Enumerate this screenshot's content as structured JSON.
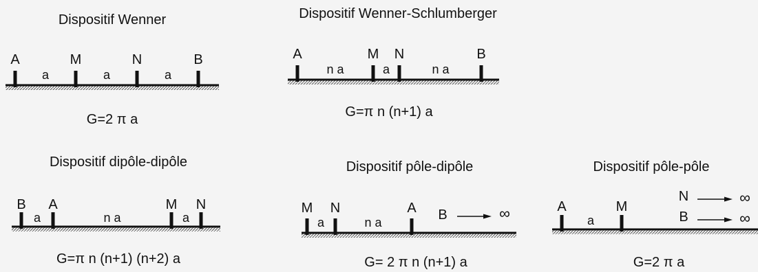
{
  "infinity_symbol": "∞",
  "arrays": {
    "wenner": {
      "title": "Dispositif Wenner",
      "formula": "G=2 π a",
      "electrodes": [
        "A",
        "M",
        "N",
        "B"
      ],
      "spacings": [
        "a",
        "a",
        "a"
      ]
    },
    "wenner_schlumberger": {
      "title": "Dispositif Wenner-Schlumberger",
      "formula": "G=π n (n+1) a",
      "electrodes": [
        "A",
        "M",
        "N",
        "B"
      ],
      "spacings": [
        "n a",
        "a",
        "n a"
      ]
    },
    "dipole_dipole": {
      "title": "Dispositif dipôle-dipôle",
      "formula": "G=π n (n+1) (n+2) a",
      "electrodes": [
        "B",
        "A",
        "M",
        "N"
      ],
      "spacings": [
        "a",
        "n a",
        "a"
      ]
    },
    "pole_dipole": {
      "title": "Dispositif pôle-dipôle",
      "formula": "G= 2 π n (n+1) a",
      "electrodes": [
        "M",
        "N",
        "A"
      ],
      "spacings": [
        "a",
        "n a"
      ],
      "remote": [
        "B"
      ]
    },
    "pole_pole": {
      "title": "Dispositif pôle-pôle",
      "formula": "G=2 π a",
      "electrodes": [
        "A",
        "M"
      ],
      "spacings": [
        "a"
      ],
      "remote": [
        "N",
        "B"
      ]
    }
  }
}
